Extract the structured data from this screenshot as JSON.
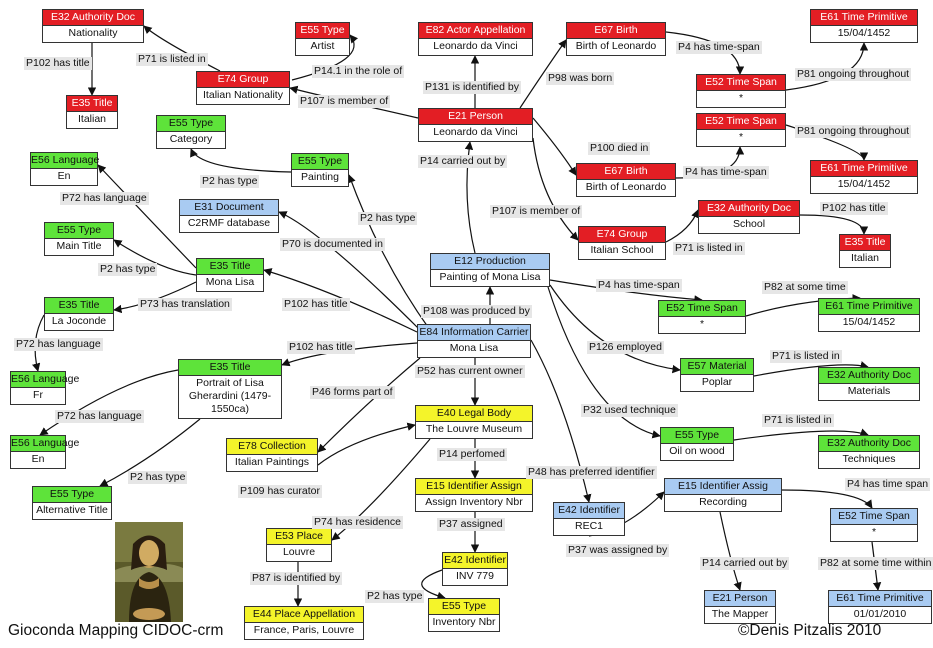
{
  "colors": {
    "red": "#e31e24",
    "green": "#5ee33a",
    "blue": "#a9cbf2",
    "yellow": "#f4f42a",
    "label_bg": "#e6e6e6"
  },
  "footer": {
    "title": "Gioconda Mapping CIDOC-crm",
    "credit": "©Denis Pitzalis 2010"
  },
  "nodes": [
    {
      "id": "nationality",
      "class": "E32 Authority Doc",
      "value": "Nationality",
      "color": "red"
    },
    {
      "id": "type_artist",
      "class": "E55 Type",
      "value": "Artist",
      "color": "red"
    },
    {
      "id": "actor_app",
      "class": "E82 Actor Appellation",
      "value": "Leonardo da Vinci",
      "color": "red"
    },
    {
      "id": "birth1",
      "class": "E67 Birth",
      "value": "Birth of Leonardo",
      "color": "red"
    },
    {
      "id": "tp1",
      "class": "E61 Time Primitive",
      "value": "15/04/1452",
      "color": "red"
    },
    {
      "id": "title_italian",
      "class": "E35 Title",
      "value": "Italian",
      "color": "red"
    },
    {
      "id": "group_it",
      "class": "E74 Group",
      "value": "Italian Nationality",
      "color": "red"
    },
    {
      "id": "ts1",
      "class": "E52 Time Span",
      "value": "*",
      "color": "red"
    },
    {
      "id": "person",
      "class": "E21 Person",
      "value": "Leonardo da Vinci",
      "color": "red"
    },
    {
      "id": "ts2",
      "class": "E52 Time Span",
      "value": "*",
      "color": "red"
    },
    {
      "id": "type_category",
      "class": "E55 Type",
      "value": "Category",
      "color": "green"
    },
    {
      "id": "type_painting",
      "class": "E55 Type",
      "value": "Painting",
      "color": "green"
    },
    {
      "id": "tp2",
      "class": "E61 Time Primitive",
      "value": "15/04/1452",
      "color": "red"
    },
    {
      "id": "lang_en1",
      "class": "E56 Language",
      "value": "En",
      "color": "green"
    },
    {
      "id": "birth2",
      "class": "E67 Birth",
      "value": "Birth of Leonardo",
      "color": "red"
    },
    {
      "id": "doc_c2rmf",
      "class": "E31 Document",
      "value": "C2RMF database",
      "color": "blue"
    },
    {
      "id": "auth_school",
      "class": "E32 Authority Doc",
      "value": "School",
      "color": "red"
    },
    {
      "id": "type_main",
      "class": "E55 Type",
      "value": "Main Title",
      "color": "green"
    },
    {
      "id": "group_school",
      "class": "E74 Group",
      "value": "Italian School",
      "color": "red"
    },
    {
      "id": "title_italian2",
      "class": "E35 Title",
      "value": "Italian",
      "color": "red"
    },
    {
      "id": "title_mona",
      "class": "E35 Title",
      "value": "Mona Lisa",
      "color": "green"
    },
    {
      "id": "production",
      "class": "E12 Production",
      "value": "Painting of Mona Lisa",
      "color": "blue"
    },
    {
      "id": "title_joconde",
      "class": "E35 Title",
      "value": "La Joconde",
      "color": "green"
    },
    {
      "id": "ts3",
      "class": "E52 Time Span",
      "value": "*",
      "color": "green"
    },
    {
      "id": "tp3",
      "class": "E61 Time Primitive",
      "value": "15/04/1452",
      "color": "green"
    },
    {
      "id": "carrier",
      "class": "E84 Information Carrier",
      "value": "Mona Lisa",
      "color": "blue"
    },
    {
      "id": "lang_fr",
      "class": "E56 Language",
      "value": "Fr",
      "color": "green"
    },
    {
      "id": "title_portrait",
      "class": "E35 Title",
      "value": "Portrait of Lisa Gherardini (1479-1550ca)",
      "color": "green"
    },
    {
      "id": "material",
      "class": "E57 Material",
      "value": "Poplar",
      "color": "green"
    },
    {
      "id": "auth_materials",
      "class": "E32 Authority Doc",
      "value": "Materials",
      "color": "green"
    },
    {
      "id": "legal_body",
      "class": "E40 Legal Body",
      "value": "The Louvre Museum",
      "color": "yellow"
    },
    {
      "id": "type_oil",
      "class": "E55 Type",
      "value": "Oil on wood",
      "color": "green"
    },
    {
      "id": "auth_tech",
      "class": "E32 Authority Doc",
      "value": "Techniques",
      "color": "green"
    },
    {
      "id": "lang_en2",
      "class": "E56 Language",
      "value": "En",
      "color": "green"
    },
    {
      "id": "collection",
      "class": "E78 Collection",
      "value": "Italian Paintings",
      "color": "yellow"
    },
    {
      "id": "id_assign1",
      "class": "E15 Identifier Assign",
      "value": "Assign Inventory Nbr",
      "color": "yellow"
    },
    {
      "id": "id_assign2",
      "class": "E15 Identifier Assig",
      "value": "Recording",
      "color": "blue"
    },
    {
      "id": "type_alt",
      "class": "E55 Type",
      "value": "Alternative Title",
      "color": "green"
    },
    {
      "id": "identifier_rec1",
      "class": "E42 Identifier",
      "value": "REC1",
      "color": "blue"
    },
    {
      "id": "ts4",
      "class": "E52 Time Span",
      "value": "*",
      "color": "blue"
    },
    {
      "id": "place",
      "class": "E53 Place",
      "value": "Louvre",
      "color": "yellow"
    },
    {
      "id": "identifier_inv",
      "class": "E42 Identifier",
      "value": "INV 779",
      "color": "yellow"
    },
    {
      "id": "person_mapper",
      "class": "E21 Person",
      "value": "The Mapper",
      "color": "blue"
    },
    {
      "id": "tp4",
      "class": "E61 Time Primitive",
      "value": "01/01/2010",
      "color": "blue"
    },
    {
      "id": "place_app",
      "class": "E44 Place Appellation",
      "value": "France, Paris, Louvre",
      "color": "yellow"
    },
    {
      "id": "type_inv",
      "class": "E55 Type",
      "value": "Inventory Nbr",
      "color": "yellow"
    }
  ],
  "edges": [
    {
      "id": "e1",
      "from": "group_it",
      "to": "nationality",
      "label": "P71 is listed in"
    },
    {
      "id": "e2",
      "from": "nationality",
      "to": "title_italian",
      "label": "P102 has title"
    },
    {
      "id": "e3",
      "from": "group_it",
      "to": "type_artist",
      "label": "P14.1 in the role of"
    },
    {
      "id": "e4",
      "from": "person",
      "to": "group_it",
      "label": "P107 is member of"
    },
    {
      "id": "e5",
      "from": "person",
      "to": "actor_app",
      "label": "P131 is identified by"
    },
    {
      "id": "e6",
      "from": "person",
      "to": "birth1",
      "label": "P98 was born"
    },
    {
      "id": "e7",
      "from": "birth1",
      "to": "ts1",
      "label": "P4 has time-span"
    },
    {
      "id": "e8",
      "from": "ts1",
      "to": "tp1",
      "label": "P81 ongoing throughout"
    },
    {
      "id": "e9",
      "from": "person",
      "to": "birth2",
      "label": "P100 died in"
    },
    {
      "id": "e10",
      "from": "birth2",
      "to": "ts2",
      "label": "P4 has time-span"
    },
    {
      "id": "e11",
      "from": "ts2",
      "to": "tp2",
      "label": "P81 ongoing throughout"
    },
    {
      "id": "e12",
      "from": "production",
      "to": "person",
      "label": "P14 carried out by"
    },
    {
      "id": "e13",
      "from": "person",
      "to": "group_school",
      "label": "P107 is member of"
    },
    {
      "id": "e14",
      "from": "group_school",
      "to": "auth_school",
      "label": "P71 is listed in"
    },
    {
      "id": "e15",
      "from": "auth_school",
      "to": "title_italian2",
      "label": "P102 has title"
    },
    {
      "id": "e16",
      "from": "type_painting",
      "to": "type_category",
      "label": "P2 has type"
    },
    {
      "id": "e17",
      "from": "carrier",
      "to": "type_painting",
      "label": "P2 has type"
    },
    {
      "id": "e18",
      "from": "carrier",
      "to": "doc_c2rmf",
      "label": "P70 is documented in"
    },
    {
      "id": "e19",
      "from": "carrier",
      "to": "title_mona",
      "label": "P102 has title"
    },
    {
      "id": "e20",
      "from": "title_mona",
      "to": "lang_en1",
      "label": "P72 has language"
    },
    {
      "id": "e21",
      "from": "title_mona",
      "to": "type_main",
      "label": "P2 has type"
    },
    {
      "id": "e22",
      "from": "title_mona",
      "to": "title_joconde",
      "label": "P73 has translation"
    },
    {
      "id": "e23",
      "from": "title_joconde",
      "to": "lang_fr",
      "label": "P72 has language"
    },
    {
      "id": "e24",
      "from": "carrier",
      "to": "production",
      "label": "P108 was produced by"
    },
    {
      "id": "e25",
      "from": "production",
      "to": "ts3",
      "label": "P4 has time-span"
    },
    {
      "id": "e26",
      "from": "ts3",
      "to": "tp3",
      "label": "P82 at some time"
    },
    {
      "id": "e27",
      "from": "production",
      "to": "material",
      "label": "P126 employed"
    },
    {
      "id": "e28",
      "from": "material",
      "to": "auth_materials",
      "label": "P71 is listed in"
    },
    {
      "id": "e29",
      "from": "production",
      "to": "type_oil",
      "label": "P32 used technique"
    },
    {
      "id": "e30",
      "from": "type_oil",
      "to": "auth_tech",
      "label": "P71 is listed in"
    },
    {
      "id": "e31",
      "from": "carrier",
      "to": "title_portrait",
      "label": "P102 has title"
    },
    {
      "id": "e32",
      "from": "title_portrait",
      "to": "lang_en2",
      "label": "P72 has language"
    },
    {
      "id": "e33",
      "from": "title_portrait",
      "to": "type_alt",
      "label": "P2 has type"
    },
    {
      "id": "e34",
      "from": "carrier",
      "to": "collection",
      "label": "P46 forms part of"
    },
    {
      "id": "e35",
      "from": "collection",
      "to": "legal_body",
      "label": "P109 has curator"
    },
    {
      "id": "e36",
      "from": "carrier",
      "to": "legal_body",
      "label": "P52 has current owner"
    },
    {
      "id": "e37",
      "from": "legal_body",
      "to": "id_assign1",
      "label": "P14 perfomed"
    },
    {
      "id": "e38",
      "from": "legal_body",
      "to": "place",
      "label": "P74 has residence"
    },
    {
      "id": "e39",
      "from": "place",
      "to": "place_app",
      "label": "P87 is identified by"
    },
    {
      "id": "e40",
      "from": "id_assign1",
      "to": "identifier_inv",
      "label": "P37 assigned"
    },
    {
      "id": "e41",
      "from": "identifier_inv",
      "to": "type_inv",
      "label": "P2 has type"
    },
    {
      "id": "e42",
      "from": "carrier",
      "to": "identifier_rec1",
      "label": "P48 has preferred identifier"
    },
    {
      "id": "e43",
      "from": "identifier_rec1",
      "to": "id_assign2",
      "label": "P37 was assigned by"
    },
    {
      "id": "e44",
      "from": "id_assign2",
      "to": "ts4",
      "label": "P4 has time span"
    },
    {
      "id": "e45",
      "from": "id_assign2",
      "to": "person_mapper",
      "label": "P14 carried out by"
    },
    {
      "id": "e46",
      "from": "ts4",
      "to": "tp4",
      "label": "P82 at some time within"
    }
  ]
}
